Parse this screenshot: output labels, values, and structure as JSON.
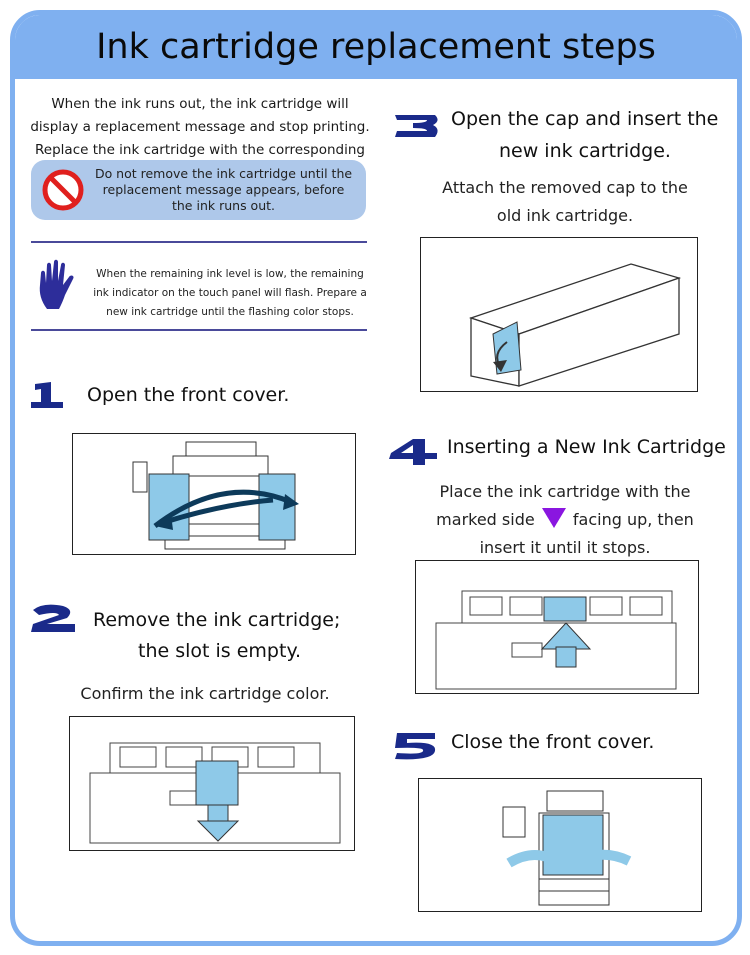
{
  "title": "Ink cartridge replacement steps",
  "intro": "When the ink runs out, the ink cartridge will display a replacement message and stop printing. Replace the ink cartridge with the corresponding color.",
  "warning": "Do not remove the ink cartridge until the replacement message appears, before the ink runs out.",
  "tip": "When the remaining ink level is low, the remaining ink indicator on the touch panel will flash. Prepare a new ink cartridge until the flashing color stops.",
  "steps": [
    {
      "number": "1",
      "title": "Open the front cover.",
      "detail": ""
    },
    {
      "number": "2",
      "title_line1": "Remove the ink cartridge;",
      "title_line2": "the slot is empty.",
      "detail": "Confirm the ink cartridge color."
    },
    {
      "number": "3",
      "title_line1": "Open the cap and insert the",
      "title_line2": "new ink cartridge.",
      "detail_line1": "Attach the removed cap to the",
      "detail_line2": "old ink cartridge."
    },
    {
      "number": "4",
      "title": "Inserting a New Ink Cartridge",
      "detail_line1": "Place the ink cartridge with the",
      "detail_before": "marked side",
      "detail_after": "facing up, then",
      "detail_line3": "insert it until it stops."
    },
    {
      "number": "5",
      "title": "Close the front cover."
    }
  ],
  "colors": {
    "frame": "#7fb0f0",
    "accent": "#8ec9e8",
    "numbers": "#1a2a8a",
    "warning_bg": "#aec8ea",
    "marker": "#8a16e0"
  }
}
